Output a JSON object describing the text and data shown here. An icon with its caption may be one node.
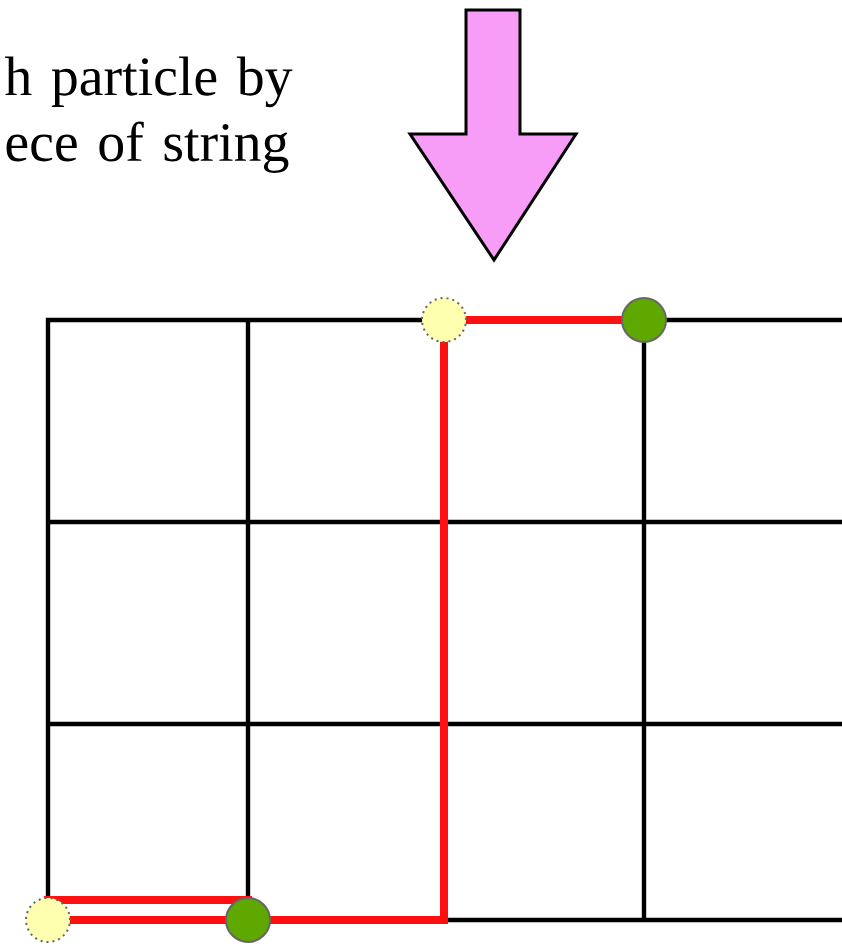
{
  "diagram": {
    "nodes": [
      {
        "text": [],
        "shape": "circle"
      },
      {
        "text": [],
        "shape": "circle"
      },
      {
        "text": [],
        "shape": "circle"
      },
      {
        "text": [],
        "shape": "circle"
      }
    ],
    "edges": [
      {
        "from": 0,
        "to": 1,
        "arrow": "none"
      },
      {
        "from": 2,
        "to": 3,
        "arrow": "none"
      },
      {
        "from": 2,
        "to": 3,
        "arrow": "none"
      },
      {
        "from": 3,
        "to": 0,
        "arrow": "none"
      }
    ],
    "labels": [
      "h particle by ece of string"
    ]
  }
}
